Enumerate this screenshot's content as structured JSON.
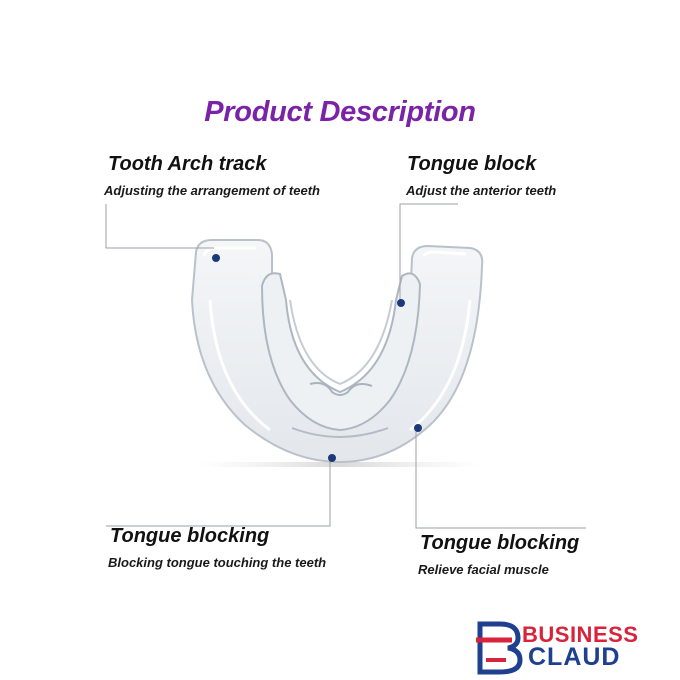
{
  "title": {
    "text": "Product Description",
    "color": "#7a22a8"
  },
  "callouts": [
    {
      "title": "Tooth Arch track",
      "description": "Adjusting the arrangement of teeth"
    },
    {
      "title": "Tongue block",
      "description": "Adjust the anterior teeth"
    },
    {
      "title": "Tongue blocking",
      "description": "Blocking tongue touching the teeth"
    },
    {
      "title": "Tongue blocking",
      "description": "Relieve facial muscle"
    }
  ],
  "marker_color": "#1c3a7a",
  "logo": {
    "line1": "BUSINESS",
    "line2": "CLAUD",
    "line1_color": "#d8233a",
    "line2_color": "#1f3f8f",
    "icon": "b-monogram-icon"
  }
}
